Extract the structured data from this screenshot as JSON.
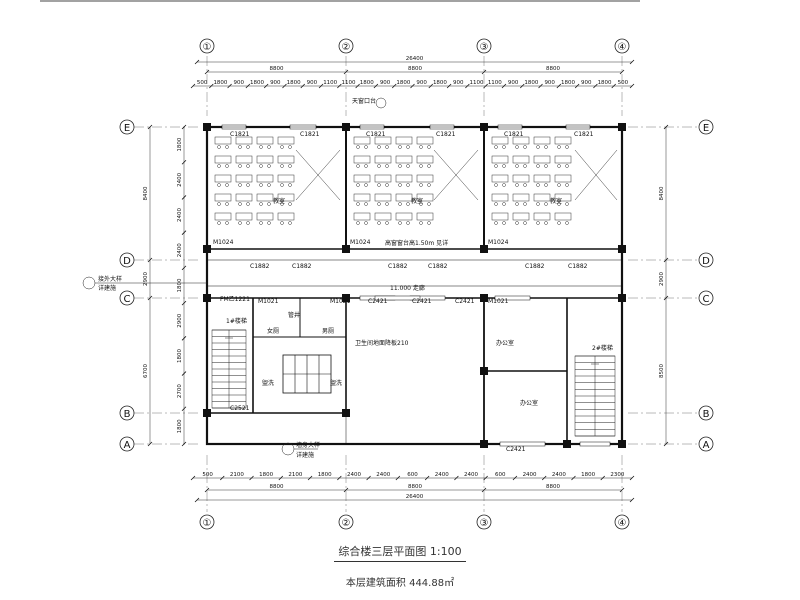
{
  "grid": {
    "vertical": [
      "①",
      "②",
      "③",
      "④"
    ],
    "horizontal": [
      "E",
      "D",
      "C",
      "B",
      "A"
    ]
  },
  "dims": {
    "overall": "26400",
    "bays": [
      "8800",
      "8800",
      "8800"
    ],
    "top_chain": [
      "500",
      "1800",
      "900",
      "1800",
      "900",
      "1800",
      "900",
      "1100",
      "1100",
      "1800",
      "900",
      "1800",
      "900",
      "1800",
      "900",
      "1100",
      "1100",
      "900",
      "1800",
      "900",
      "1800",
      "900",
      "1800",
      "500"
    ],
    "bottom_chain": [
      "500",
      "2100",
      "1800",
      "2100",
      "1800",
      "2400",
      "2400",
      "600",
      "2400",
      "2400",
      "600",
      "2400",
      "2400",
      "1800",
      "2300"
    ],
    "bottom_bays": [
      "8800",
      "8800",
      "8800"
    ],
    "left_vertical": [
      "8400",
      "2900",
      "6700"
    ],
    "left_inner": [
      "1800",
      "2400",
      "2400",
      "2400",
      "1800",
      "2900",
      "1800",
      "2700",
      "1800"
    ],
    "right_vertical": [
      "8400",
      "2900",
      "8500"
    ]
  },
  "rooms": {
    "classroom": "教室",
    "corridor": "走廊",
    "office": "办公室",
    "office2": "办公室",
    "stair1": "1#楼梯",
    "stair2": "2#楼梯",
    "men": "男厕",
    "women": "女厕",
    "duct": "管井",
    "wash": "盥洗"
  },
  "labels": {
    "stair_link_top": "接外大样",
    "stair_link_top2": "详建施",
    "stair_link_bottom": "墙身大样",
    "stair_link_bottom2": "详建施",
    "roof_note": "天窗口台",
    "corridor_elev": "11.000 走廊",
    "toilet_note": "卫生间地面降板210",
    "window_note": "高窗窗台高1.50m 见详"
  },
  "openings": {
    "c1": "C1821",
    "c2": "C1882",
    "c3": "C2421",
    "m1": "M1024",
    "m2": "M1021",
    "m3": "FM乙1221",
    "m4": "C2521"
  },
  "title": "综合楼三层平面图  1:100",
  "area_note": "本层建筑面积  444.88㎡"
}
